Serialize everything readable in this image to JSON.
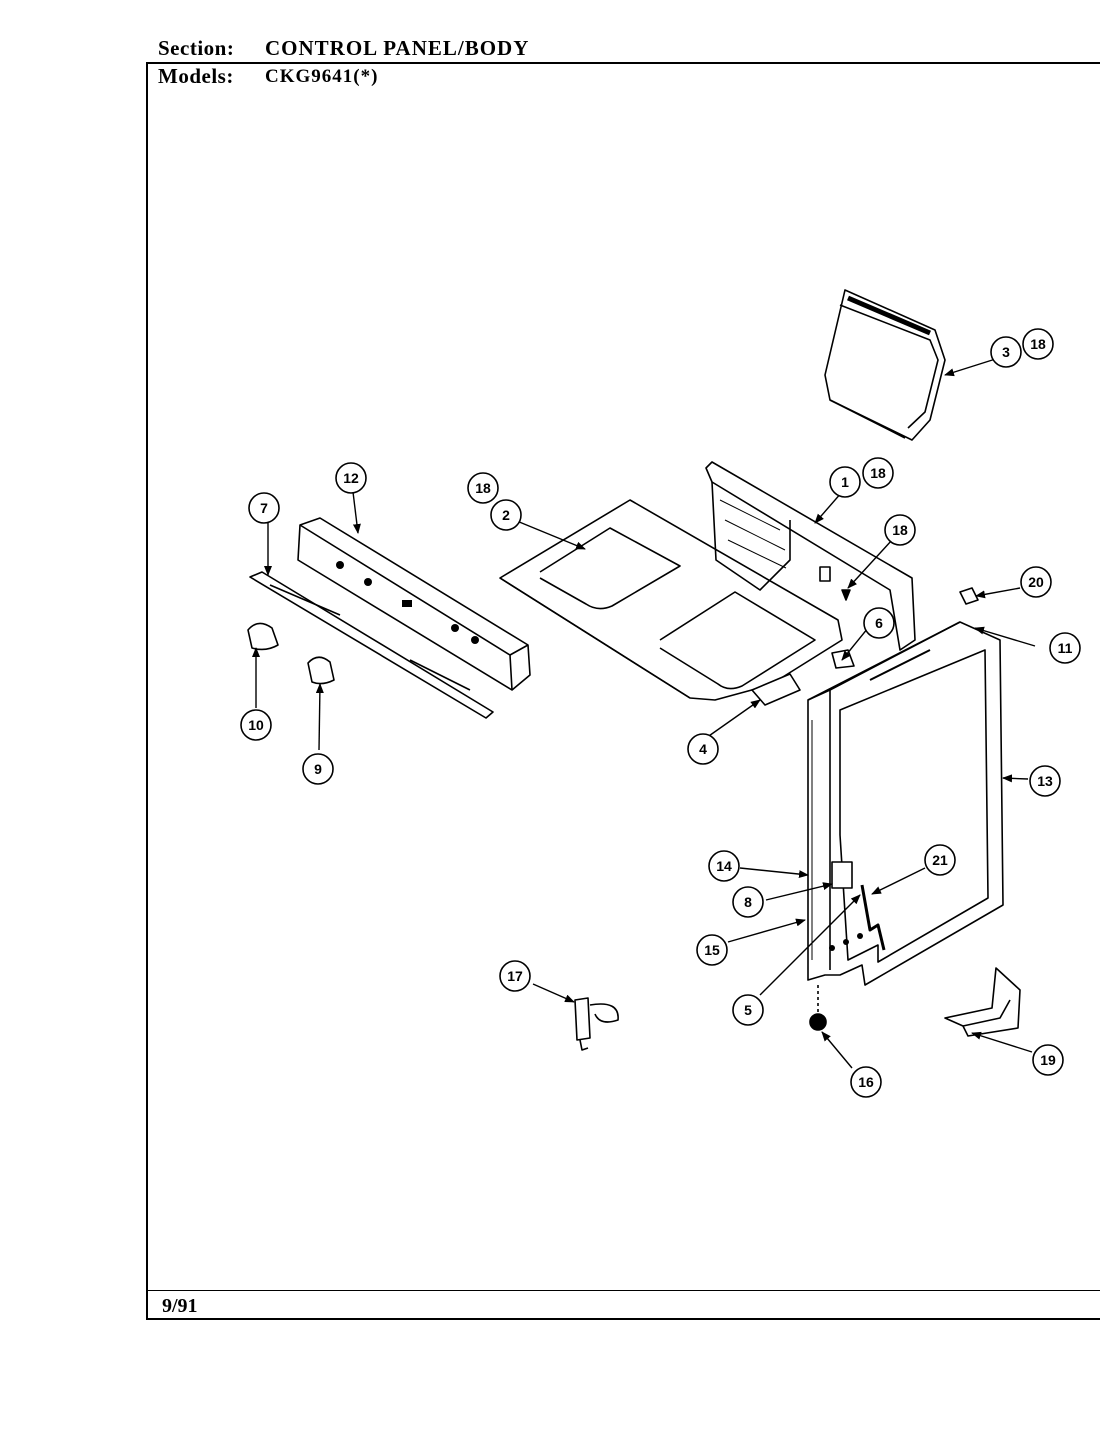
{
  "header": {
    "section_label": "Section:",
    "section_value": "CONTROL PANEL/BODY",
    "models_label": "Models:",
    "models_value": "CKG9641(*)"
  },
  "footer": {
    "date": "9/91"
  },
  "callouts": [
    {
      "id": "c-1",
      "label": "1"
    },
    {
      "id": "c-18a",
      "label": "18"
    },
    {
      "id": "c-2",
      "label": "2"
    },
    {
      "id": "c-18b",
      "label": "18"
    },
    {
      "id": "c-3",
      "label": "3"
    },
    {
      "id": "c-18c",
      "label": "18"
    },
    {
      "id": "c-4",
      "label": "4"
    },
    {
      "id": "c-5",
      "label": "5"
    },
    {
      "id": "c-6",
      "label": "6"
    },
    {
      "id": "c-7",
      "label": "7"
    },
    {
      "id": "c-8",
      "label": "8"
    },
    {
      "id": "c-9",
      "label": "9"
    },
    {
      "id": "c-10",
      "label": "10"
    },
    {
      "id": "c-11",
      "label": "11"
    },
    {
      "id": "c-12",
      "label": "12"
    },
    {
      "id": "c-13",
      "label": "13"
    },
    {
      "id": "c-14",
      "label": "14"
    },
    {
      "id": "c-15",
      "label": "15"
    },
    {
      "id": "c-16",
      "label": "16"
    },
    {
      "id": "c-17",
      "label": "17"
    },
    {
      "id": "c-18d",
      "label": "18"
    },
    {
      "id": "c-19",
      "label": "19"
    },
    {
      "id": "c-20",
      "label": "20"
    },
    {
      "id": "c-21",
      "label": "21"
    }
  ]
}
